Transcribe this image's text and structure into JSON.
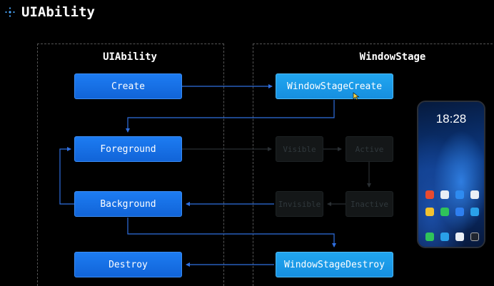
{
  "header": {
    "title": "UIAbility",
    "icon": "sparkle-icon"
  },
  "panels": {
    "left_title": "UIAbility",
    "right_title": "WindowStage"
  },
  "uiability_states": {
    "create": "Create",
    "foreground": "Foreground",
    "background": "Background",
    "destroy": "Destroy"
  },
  "windowstage_states": {
    "create": "WindowStageCreate",
    "visible": "Visible",
    "active": "Active",
    "inactive": "Inactive",
    "invisible": "Invisible",
    "destroy": "WindowStageDestroy"
  },
  "phone": {
    "time": "18:28"
  },
  "colors": {
    "uiability_node": "#1a73ee",
    "windowstage_node": "#1f9eed",
    "dim_node": "#141718",
    "arrow": "#2f6fe0",
    "dim_arrow": "#2a2f33"
  }
}
